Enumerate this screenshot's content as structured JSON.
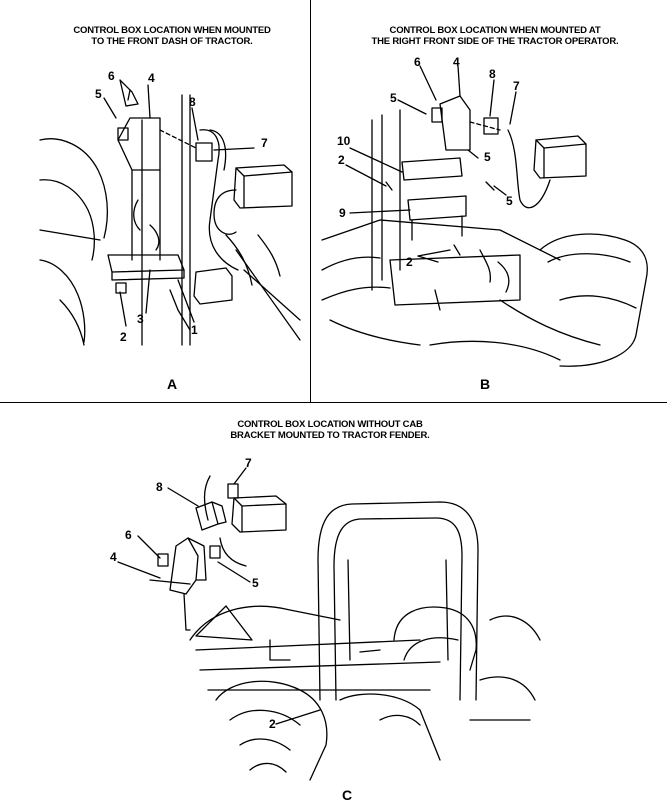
{
  "panels": {
    "a": {
      "caption_line1": "CONTROL BOX LOCATION WHEN MOUNTED",
      "caption_line2": "TO THE FRONT DASH OF TRACTOR.",
      "letter": "A",
      "callouts": [
        "6",
        "4",
        "5",
        "8",
        "7",
        "2",
        "3",
        "1"
      ]
    },
    "b": {
      "caption_line1": "CONTROL BOX LOCATION WHEN MOUNTED AT",
      "caption_line2": "THE RIGHT FRONT SIDE OF THE TRACTOR OPERATOR.",
      "letter": "B",
      "callouts": [
        "6",
        "4",
        "8",
        "7",
        "5",
        "10",
        "5",
        "2",
        "5",
        "9",
        "2"
      ]
    },
    "c": {
      "caption_line1": "CONTROL BOX LOCATION WITHOUT CAB",
      "caption_line2": "BRACKET MOUNTED TO TRACTOR FENDER.",
      "letter": "C",
      "callouts": [
        "7",
        "8",
        "6",
        "4",
        "5",
        "2"
      ]
    }
  }
}
